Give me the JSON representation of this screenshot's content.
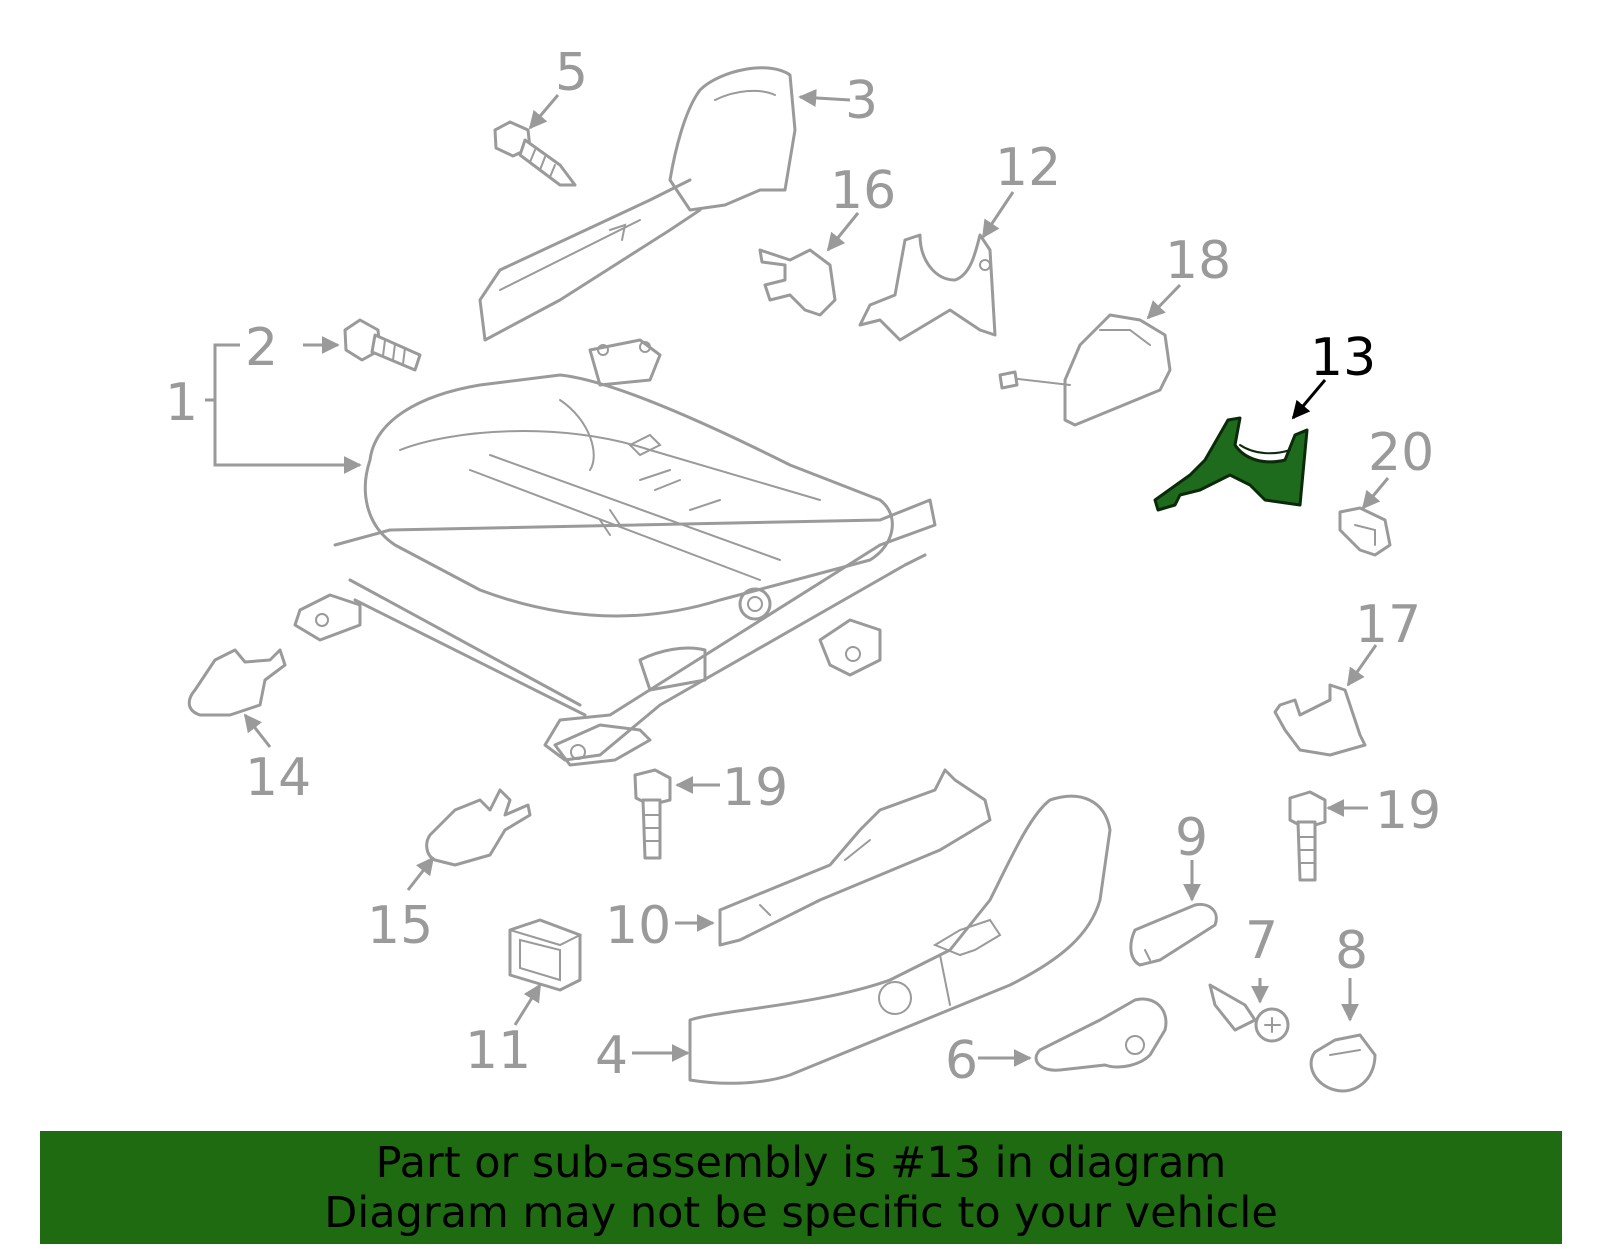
{
  "diagram": {
    "callouts": {
      "c1": "1",
      "c2": "2",
      "c3": "3",
      "c4": "4",
      "c5": "5",
      "c6": "6",
      "c7": "7",
      "c8": "8",
      "c9": "9",
      "c10": "10",
      "c11": "11",
      "c12": "12",
      "c13": "13",
      "c14": "14",
      "c15": "15",
      "c16": "16",
      "c17": "17",
      "c18": "18",
      "c19a": "19",
      "c19b": "19",
      "c20": "20"
    },
    "highlighted_callout": "13",
    "colors": {
      "line_art": "#9a9a9a",
      "highlight_part": "#1e6b1e",
      "banner_background": "#1f6b12",
      "banner_text": "#000000"
    }
  },
  "banner": {
    "line1": "Part or sub-assembly is #13 in diagram",
    "line2": "Diagram may not be specific to your vehicle"
  }
}
